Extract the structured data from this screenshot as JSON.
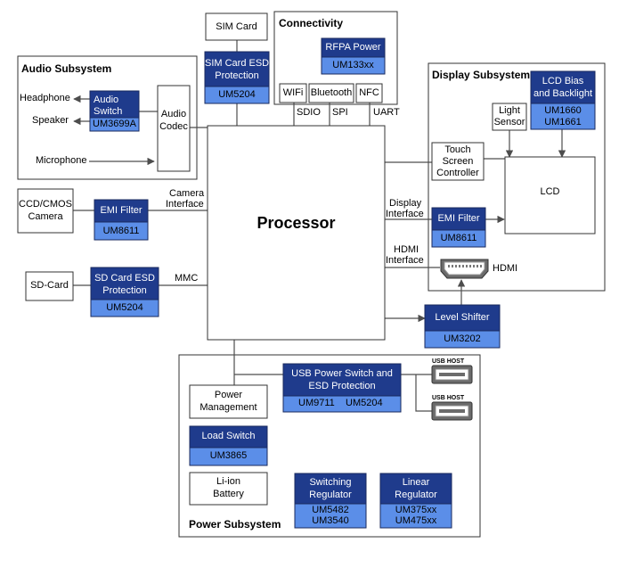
{
  "sections": {
    "audio": "Audio Subsystem",
    "connectivity": "Connectivity",
    "display": "Display Subsystem",
    "power": "Power Subsystem"
  },
  "processor": "Processor",
  "audio": {
    "headphone": "Headphone",
    "speaker": "Speaker",
    "microphone": "Microphone",
    "switch_l1": "Audio",
    "switch_l2": "Switch",
    "switch_part": "UM3699A",
    "codec_l1": "Audio",
    "codec_l2": "Codec"
  },
  "sim": {
    "card": "SIM Card",
    "esd_l1": "SIM Card ESD",
    "esd_l2": "Protection",
    "part": "UM5204"
  },
  "connectivity": {
    "rfpa": "RFPA Power",
    "rfpa_part": "UM133xx",
    "wifi": "WIFi",
    "bluetooth": "Bluetooth",
    "nfc": "NFC",
    "sdio": "SDIO",
    "spi": "SPI",
    "uart": "UART"
  },
  "camera": {
    "l1": "CCD/CMOS",
    "l2": "Camera",
    "emi": "EMI Filter",
    "part": "UM8611",
    "iface_l1": "Camera",
    "iface_l2": "Interface"
  },
  "sd": {
    "card": "SD-Card",
    "esd_l1": "SD Card ESD",
    "esd_l2": "Protection",
    "part": "UM5204",
    "mmc": "MMC"
  },
  "display": {
    "lcd_bias_l1": "LCD Bias",
    "lcd_bias_l2": "and Backlight",
    "lcd_bias_p1": "UM1660",
    "lcd_bias_p2": "UM1661",
    "light_l1": "Light",
    "light_l2": "Sensor",
    "touch_l1": "Touch",
    "touch_l2": "Screen",
    "touch_l3": "Controller",
    "lcd": "LCD",
    "emi": "EMI Filter",
    "emi_part": "UM8611",
    "iface_l1": "Display",
    "iface_l2": "Interface",
    "hdmi_iface_l1": "HDMI",
    "hdmi_iface_l2": "Interface",
    "hdmi": "HDMI"
  },
  "level_shifter": {
    "label": "Level Shifter",
    "part": "UM3202"
  },
  "power": {
    "usb_l1": "USB Power Switch and",
    "usb_l2": "ESD Protection",
    "usb_p1": "UM9711",
    "usb_p2": "UM5204",
    "usb_host_1": "USB HOST",
    "usb_host_2": "USB HOST",
    "mgmt_l1": "Power",
    "mgmt_l2": "Management",
    "load": "Load Switch",
    "load_part": "UM3865",
    "battery_l1": "Li-ion",
    "battery_l2": "Battery",
    "sw_l1": "Switching",
    "sw_l2": "Regulator",
    "sw_p1": "UM5482",
    "sw_p2": "UM3540",
    "lin_l1": "Linear",
    "lin_l2": "Regulator",
    "lin_p1": "UM375xx",
    "lin_p2": "UM475xx"
  },
  "colors": {
    "chip_dark": "#1f3b8c",
    "chip_light": "#5b8ee8",
    "line": "#4d4d4d"
  }
}
